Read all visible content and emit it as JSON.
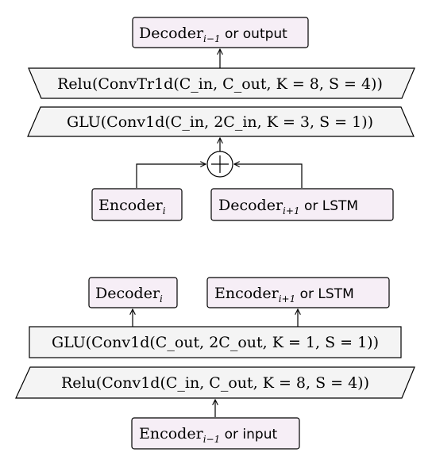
{
  "decoder_block": {
    "output_box": {
      "base": "Decoder",
      "sub": "i−1",
      "tail": " or output"
    },
    "relu_layer": "Relu(ConvTr1d(C_in, C_out, K = 8, S = 4))",
    "glu_layer": "GLU(Conv1d(C_in, 2C_in, K = 3, S = 1))",
    "sum_symbol": "+",
    "encoder_box": {
      "base": "Encoder",
      "sub": "i"
    },
    "decoder_in_box": {
      "base": "Decoder",
      "sub": "i+1",
      "tail": " or LSTM"
    }
  },
  "encoder_block": {
    "decoder_out_box": {
      "base": "Decoder",
      "sub": "i"
    },
    "encoder_out_box": {
      "base": "Encoder",
      "sub": "i+1",
      "tail": " or LSTM"
    },
    "glu_layer": "GLU(Conv1d(C_out, 2C_out, K = 1, S = 1))",
    "relu_layer": "Relu(Conv1d(C_in, C_out, K = 8, S = 4))",
    "input_box": {
      "base": "Encoder",
      "sub": "i−1",
      "tail": " or input"
    }
  }
}
